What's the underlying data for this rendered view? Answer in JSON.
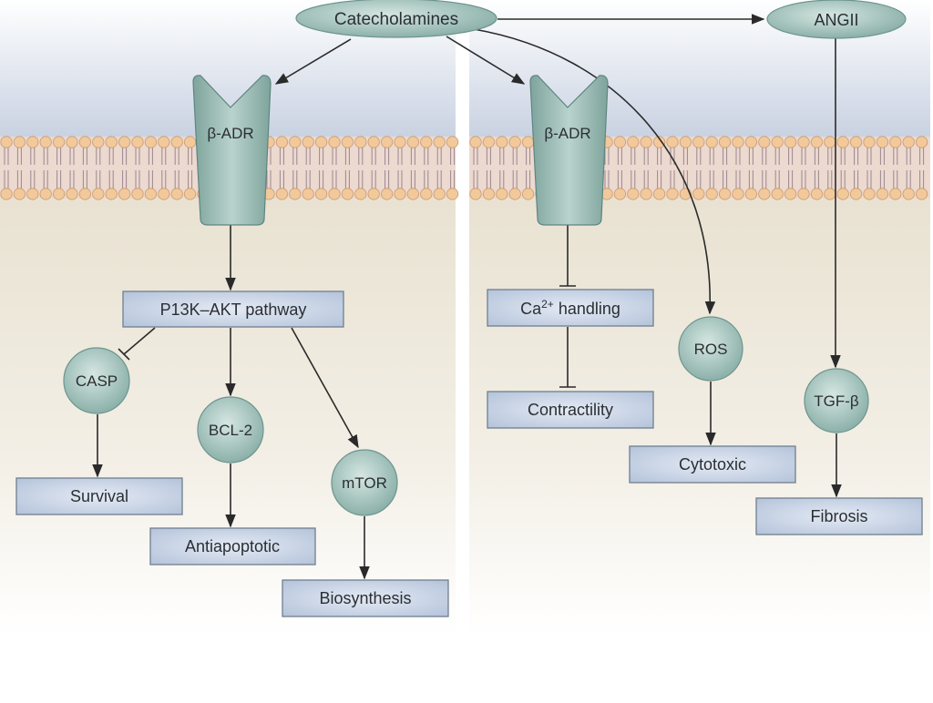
{
  "colors": {
    "node_fill": "#8fb5ad",
    "box_fill": "#c3cfe2",
    "box_border": "#6f7f8e",
    "membrane_head": "#f2c99a",
    "extracellular": "#c9d2e2",
    "intracellular": "#ebe4d6",
    "arrow": "#2a2a2a"
  },
  "nodes": {
    "catecholamines": "Catecholamines",
    "angii": "ANGII",
    "badr_left": "β-ADR",
    "badr_right": "β-ADR",
    "casp": "CASP",
    "bcl2": "BCL-2",
    "mtor": "mTOR",
    "ros": "ROS",
    "tgfb": "TGF-β"
  },
  "boxes": {
    "pi3k": "P13K–AKT pathway",
    "survival": "Survival",
    "antiapoptotic": "Antiapoptotic",
    "biosynthesis": "Biosynthesis",
    "ca_prefix": "Ca",
    "ca_sup": "2+",
    "ca_suffix": " handling",
    "contractility": "Contractility",
    "cytotoxic": "Cytotoxic",
    "fibrosis": "Fibrosis"
  },
  "edges": [
    {
      "from": "Catecholamines",
      "to": "β-ADR (left)",
      "type": "activate"
    },
    {
      "from": "Catecholamines",
      "to": "β-ADR (right)",
      "type": "activate"
    },
    {
      "from": "Catecholamines",
      "to": "ANGII",
      "type": "activate"
    },
    {
      "from": "Catecholamines",
      "to": "ROS",
      "type": "activate"
    },
    {
      "from": "β-ADR (left)",
      "to": "P13K–AKT pathway",
      "type": "activate"
    },
    {
      "from": "P13K–AKT pathway",
      "to": "CASP",
      "type": "inhibit"
    },
    {
      "from": "P13K–AKT pathway",
      "to": "BCL-2",
      "type": "activate"
    },
    {
      "from": "P13K–AKT pathway",
      "to": "mTOR",
      "type": "activate"
    },
    {
      "from": "CASP",
      "to": "Survival",
      "type": "activate"
    },
    {
      "from": "BCL-2",
      "to": "Antiapoptotic",
      "type": "activate"
    },
    {
      "from": "mTOR",
      "to": "Biosynthesis",
      "type": "activate"
    },
    {
      "from": "β-ADR (right)",
      "to": "Ca2+ handling",
      "type": "inhibit"
    },
    {
      "from": "Ca2+ handling",
      "to": "Contractility",
      "type": "inhibit"
    },
    {
      "from": "ROS",
      "to": "Cytotoxic",
      "type": "activate"
    },
    {
      "from": "ANGII",
      "to": "TGF-β",
      "type": "activate"
    },
    {
      "from": "TGF-β",
      "to": "Fibrosis",
      "type": "activate"
    }
  ]
}
